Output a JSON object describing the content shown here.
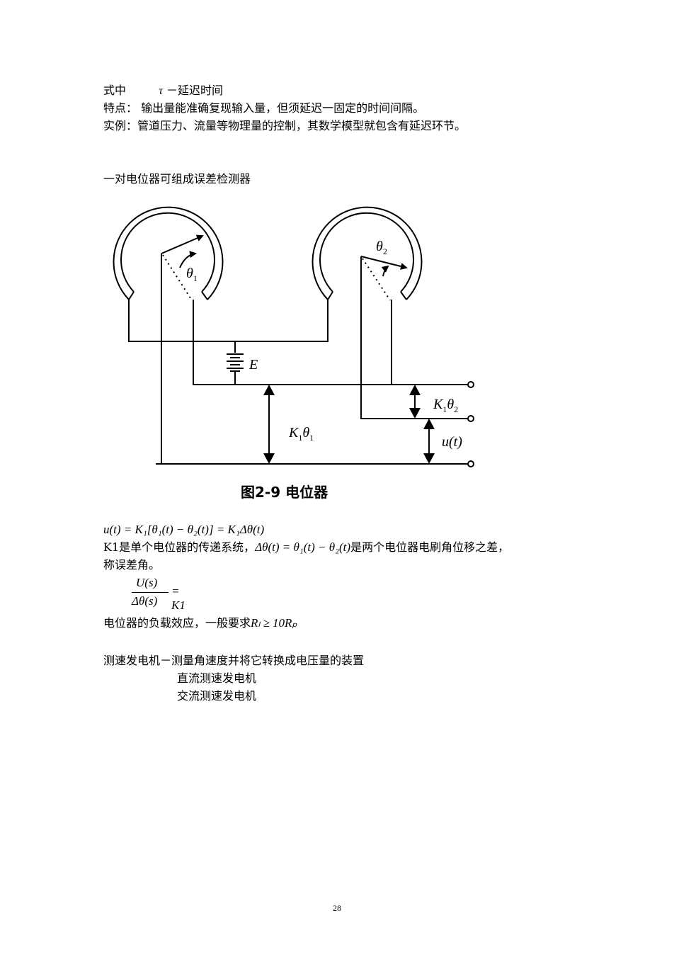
{
  "lines": {
    "l1a": "式中",
    "l1tau": "τ",
    "l1b": "－延迟时间",
    "l2": "特点：  输出量能准确复现输入量，但须延迟一固定的时间间隔。",
    "l3": "实例：管道压力、流量等物理量的控制，其数学模型就包含有延迟环节。",
    "l4": "一对电位器可组成误差检测器",
    "caption": "图2-9  电位器",
    "eq1": "u(t) = K₁[θ₁(t) − θ₂(t)] = K₁Δθ(t)",
    "l5a": "K1是单个电位器的传递系统，",
    "l5math": "Δθ(t) = θ₁(t) − θ₂(t)",
    "l5b": "是两个电位器电刷角位移之差，",
    "l6": "称误差角。",
    "frac_num": "U(s)",
    "frac_den": "Δθ(s)",
    "frac_rhs": "= K1",
    "l7a": "电位器的负载效应，一般要求",
    "l7math": "Rₗ ≥ 10Rₚ",
    "l8": "测速发电机－测量角速度并将它转换成电压量的装置",
    "l9": "直流测速发电机",
    "l10": "交流测速发电机",
    "page_number": "28"
  },
  "figure": {
    "theta1": "θ",
    "theta1_sub": "1",
    "theta2": "θ",
    "theta2_sub": "2",
    "E": "E",
    "K1theta2_K": "K",
    "K1theta2_sub1": "1",
    "K1theta2_theta": "θ",
    "K1theta2_sub2": "2",
    "K1theta1_K": "K",
    "K1theta1_sub1": "1",
    "K1theta1_theta": "θ",
    "K1theta1_sub2": "1",
    "ut": "u(t)"
  }
}
